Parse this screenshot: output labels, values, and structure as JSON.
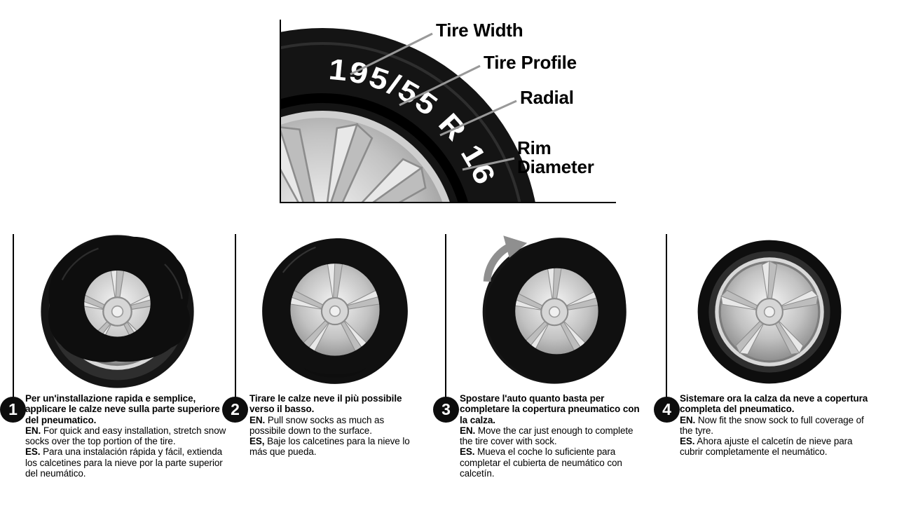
{
  "diagram": {
    "tire_marking": "195/55 R 16",
    "labels": {
      "width": "Tire Width",
      "profile": "Tire Profile",
      "radial": "Radial",
      "rim": "Rim\nDiameter"
    }
  },
  "icons": {
    "step3_arrow": "rotate-arrow"
  },
  "steps": [
    {
      "number": "1",
      "title_it": "Per un'installazione rapida e semplice, applicare le calze neve sulla parte superiore del pneumatico.",
      "en_label": "EN.",
      "en_text": "For quick and easy installation, stretch snow socks over the top portion of the tire.",
      "es_label": "ES.",
      "es_text": "Para una instalación rápida y fácil, extienda los calcetines para la nieve por la parte superior del neumático."
    },
    {
      "number": "2",
      "title_it": "Tirare le calze neve il più possibile verso il basso.",
      "en_label": "EN.",
      "en_text": "Pull snow socks as much as possibile down to the surface.",
      "es_label": "ES,",
      "es_text": "Baje los calcetines para la nieve lo más que pueda."
    },
    {
      "number": "3",
      "title_it": "Spostare l'auto quanto basta per completare la copertura pneumatico con la calza.",
      "en_label": "EN.",
      "en_text": "Move the car just enough to complete the tire cover with sock.",
      "es_label": "ES.",
      "es_text": "Mueva el coche lo suficiente para completar el cubierta de neumático con calcetín."
    },
    {
      "number": "4",
      "title_it": "Sistemare ora la calza da neve a copertura completa del pneumatico.",
      "en_label": "EN.",
      "en_text": "Now fit the snow sock to full coverage of the tyre.",
      "es_label": "ES.",
      "es_text": "Ahora ajuste el calcetín de nieve para cubrir completamente el neumático."
    }
  ]
}
